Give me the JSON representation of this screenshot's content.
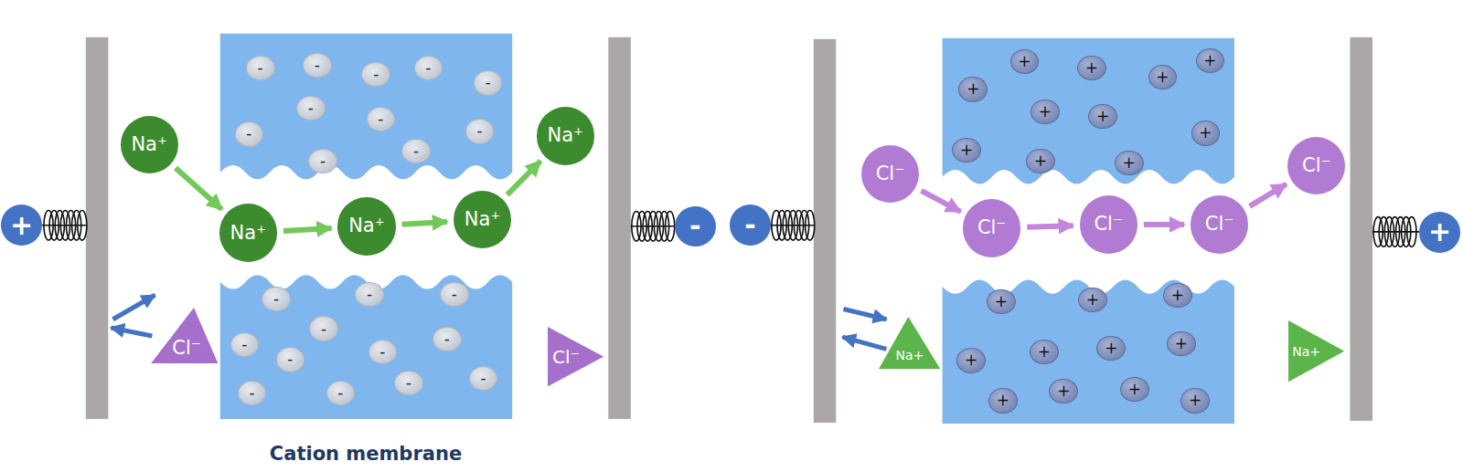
{
  "diagram": {
    "nodes": [
      {
        "text": [
          "+"
        ]
      },
      {
        "text": [
          "Na⁺"
        ]
      },
      {
        "text": [
          "Na⁺"
        ]
      },
      {
        "text": [
          "Na⁺"
        ]
      },
      {
        "text": [
          "Na⁺"
        ]
      },
      {
        "text": [
          "Na⁺"
        ]
      },
      {
        "text": [
          "Cl⁻"
        ]
      },
      {
        "text": [
          "Cl⁻"
        ]
      },
      {
        "text": [
          "-"
        ]
      },
      {
        "text": [
          "-"
        ]
      },
      {
        "text": [
          "Cl⁻"
        ]
      },
      {
        "text": [
          "Cl⁻"
        ]
      },
      {
        "text": [
          "Cl⁻"
        ]
      },
      {
        "text": [
          "Cl⁻"
        ]
      },
      {
        "text": [
          "Cl⁻"
        ]
      },
      {
        "text": [
          "Na+"
        ]
      },
      {
        "text": [
          "Na+"
        ]
      },
      {
        "text": [
          "+"
        ]
      },
      {
        "text": [
          "-"
        ]
      },
      {
        "text": [
          "-"
        ]
      },
      {
        "text": [
          "-"
        ]
      },
      {
        "text": [
          "-"
        ]
      },
      {
        "text": [
          "-"
        ]
      },
      {
        "text": [
          "-"
        ]
      },
      {
        "text": [
          "-"
        ]
      },
      {
        "text": [
          "-"
        ]
      },
      {
        "text": [
          "-"
        ]
      },
      {
        "text": [
          "-"
        ]
      },
      {
        "text": [
          "-"
        ]
      },
      {
        "text": [
          "-"
        ]
      },
      {
        "text": [
          "-"
        ]
      },
      {
        "text": [
          "-"
        ]
      },
      {
        "text": [
          "-"
        ]
      },
      {
        "text": [
          "-"
        ]
      },
      {
        "text": [
          "-"
        ]
      },
      {
        "text": [
          "-"
        ]
      },
      {
        "text": [
          "-"
        ]
      },
      {
        "text": [
          "-"
        ]
      },
      {
        "text": [
          "-"
        ]
      },
      {
        "text": [
          "-"
        ]
      },
      {
        "text": [
          "-"
        ]
      },
      {
        "text": [
          "+"
        ]
      },
      {
        "text": [
          "+"
        ]
      },
      {
        "text": [
          "+"
        ]
      },
      {
        "text": [
          "+"
        ]
      },
      {
        "text": [
          "+"
        ]
      },
      {
        "text": [
          "+"
        ]
      },
      {
        "text": [
          "+"
        ]
      },
      {
        "text": [
          "+"
        ]
      },
      {
        "text": [
          "+"
        ]
      },
      {
        "text": [
          "+"
        ]
      },
      {
        "text": [
          "+"
        ]
      },
      {
        "text": [
          "+"
        ]
      },
      {
        "text": [
          "+"
        ]
      },
      {
        "text": [
          "+"
        ]
      },
      {
        "text": [
          "+"
        ]
      },
      {
        "text": [
          "+"
        ]
      },
      {
        "text": [
          "+"
        ]
      },
      {
        "text": [
          "+"
        ]
      },
      {
        "text": [
          "+"
        ]
      },
      {
        "text": [
          "+"
        ]
      },
      {
        "text": [
          "+"
        ]
      },
      {
        "text": [
          "+"
        ]
      }
    ],
    "edges": [
      {
        "from": 1,
        "to": 2,
        "arrow": "to"
      },
      {
        "from": 2,
        "to": 3,
        "arrow": "to"
      },
      {
        "from": 3,
        "to": 4,
        "arrow": "to"
      },
      {
        "from": 4,
        "to": 5,
        "arrow": "to"
      },
      {
        "from": 10,
        "to": 11,
        "arrow": "to"
      },
      {
        "from": 11,
        "to": 12,
        "arrow": "to"
      },
      {
        "from": 12,
        "to": 13,
        "arrow": "to"
      },
      {
        "from": 13,
        "to": 14,
        "arrow": "to"
      }
    ],
    "labels": [
      "Cation membrane"
    ]
  }
}
